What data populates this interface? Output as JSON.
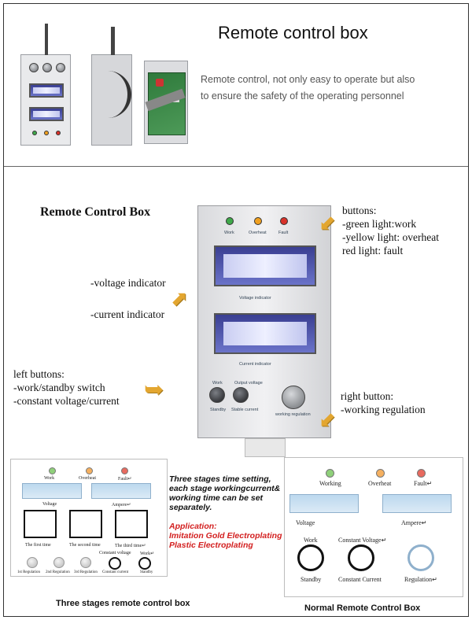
{
  "top": {
    "title": "Remote control box",
    "description_line1": "Remote control, not only easy to operate but also",
    "description_line2": "to ensure the safety of the operating personnel"
  },
  "middle": {
    "title": "Remote Control Box",
    "panel": {
      "led_labels": [
        "Work",
        "Overheat",
        "Fault"
      ],
      "voltage_label": "Voltage indicator",
      "current_label": "Current indicator",
      "left_knob_label_top": "Work",
      "right_knob_label_top": "Output voltage",
      "left_knob_label_bottom": "Standby",
      "right_knob_label_bottom": "Stable current",
      "reg_label": "working regulation"
    },
    "notes": {
      "buttons_line1": "buttons:",
      "buttons_line2": "-green light:work",
      "buttons_line3": "-yellow light: overheat",
      "buttons_line4": "red light: fault",
      "voltage": "-voltage indicator",
      "current": "-current indicator",
      "left_line1": "left buttons:",
      "left_line2": "-work/standby switch",
      "left_line3": "-constant voltage/current",
      "right_line1": "right button:",
      "right_line2": "-working regulation"
    }
  },
  "bottom_left": {
    "leds": [
      "Work",
      "Overheat",
      "Fault↵"
    ],
    "screens": [
      "Voltage",
      "Ampere↵"
    ],
    "times": [
      "The first time",
      "The second time",
      "The third time↵"
    ],
    "buttons": [
      "1st Regulation",
      "2nd Regulation",
      "3rd Regulation"
    ],
    "cv_label": "Constant voltage",
    "cc_label": "Constant current",
    "work_label": "Work↵",
    "standby_label": "Standby",
    "caption": "Three stages remote control box"
  },
  "bottom_mid": {
    "line1": "Three stages time setting,",
    "line2": "each stage workingcurrent&",
    "line3": "working time can be set",
    "line4": "separately.",
    "app1": "Application:",
    "app2": "Imitation Gold Electroplating",
    "app3": "Plastic Electroplating"
  },
  "bottom_right": {
    "leds": [
      "Working",
      "Overheat",
      "Fault↵"
    ],
    "screens": [
      "Voltage",
      "Ampere↵"
    ],
    "work_label": "Work",
    "cv_label": "Constant Voltage↵",
    "standby_label": "Standby",
    "cc_label": "Constant Current",
    "reg_label": "Regulation↵",
    "caption": "Normal  Remote Control Box"
  },
  "colors": {
    "led_green": "#3fa84a",
    "led_yellow": "#f0a020",
    "led_red": "#d8322a",
    "accent_red": "#d32020",
    "arrow": "#e3a630"
  }
}
